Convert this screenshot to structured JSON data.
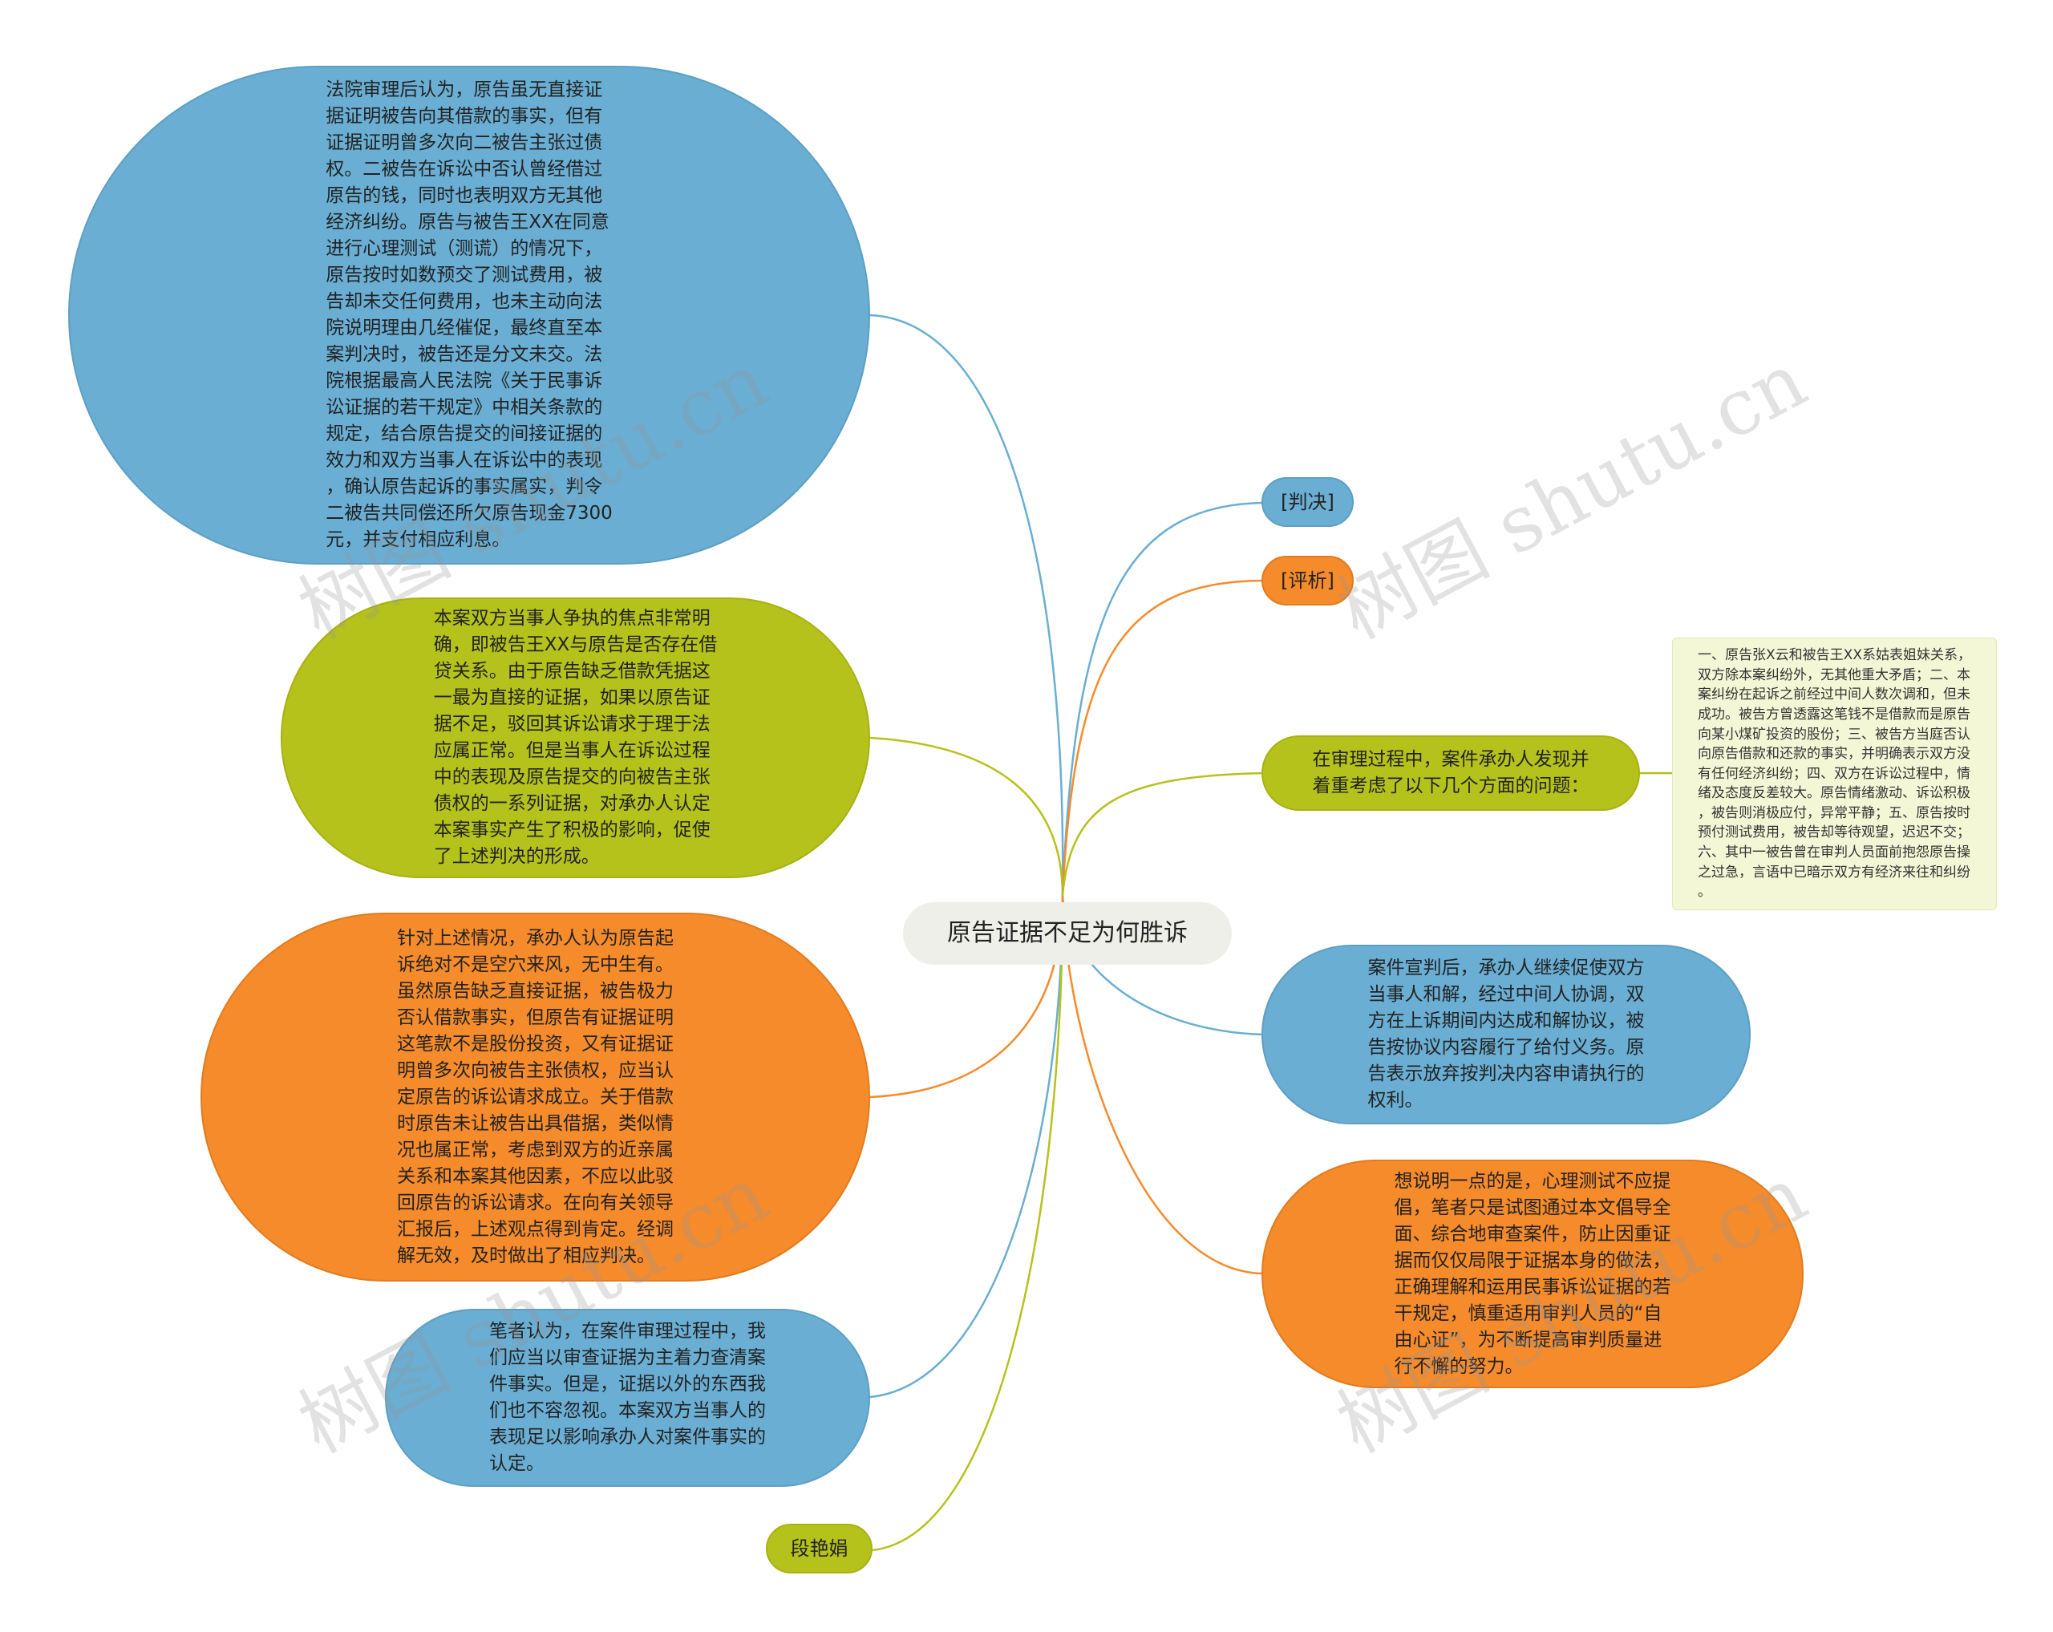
{
  "watermark": "树图 shutu.cn",
  "center": {
    "label": "原告证据不足为何胜诉"
  },
  "nodes": {
    "left1": "法院审理后认为，原告虽无直接证\n据证明被告向其借款的事实，但有\n证据证明曾多次向二被告主张过债\n权。二被告在诉讼中否认曾经借过\n原告的钱，同时也表明双方无其他\n经济纠纷。原告与被告王XX在同意\n进行心理测试（测谎）的情况下，\n原告按时如数预交了测试费用，被\n告却未交任何费用，也未主动向法\n院说明理由几经催促，最终直至本\n案判决时，被告还是分文未交。法\n院根据最高人民法院《关于民事诉\n讼证据的若干规定》中相关条款的\n规定，结合原告提交的间接证据的\n效力和双方当事人在诉讼中的表现\n，确认原告起诉的事实属实，判令\n二被告共同偿还所欠原告现金7300\n元，并支付相应利息。",
    "left2": "本案双方当事人争执的焦点非常明\n确，即被告王XX与原告是否存在借\n贷关系。由于原告缺乏借款凭据这\n一最为直接的证据，如果以原告证\n据不足，驳回其诉讼请求于理于法\n应属正常。但是当事人在诉讼过程\n中的表现及原告提交的向被告主张\n债权的一系列证据，对承办人认定\n本案事实产生了积极的影响，促使\n了上述判决的形成。",
    "left3": "针对上述情况，承办人认为原告起\n诉绝对不是空穴来风，无中生有。\n虽然原告缺乏直接证据，被告极力\n否认借款事实，但原告有证据证明\n这笔款不是股份投资，又有证据证\n明曾多次向被告主张债权，应当认\n定原告的诉讼请求成立。关于借款\n时原告未让被告出具借据，类似情\n况也属正常，考虑到双方的近亲属\n关系和本案其他因素，不应以此驳\n回原告的诉讼请求。在向有关领导\n汇报后，上述观点得到肯定。经调\n解无效，及时做出了相应判决。",
    "left4": "笔者认为，在案件审理过程中，我\n们应当以审查证据为主着力查清案\n件事实。但是，证据以外的东西我\n们也不容忽视。本案双方当事人的\n表现足以影响承办人对案件事实的\n认定。",
    "author": "段艳娟",
    "verdict": "[判决]",
    "analysis": "[评析]",
    "review": "在审理过程中，案件承办人发现并\n着重考虑了以下几个方面的问题：",
    "detail": "一、原告张X云和被告王XX系姑表姐妹关系，\n双方除本案纠纷外，无其他重大矛盾；二、本\n案纠纷在起诉之前经过中间人数次调和，但未\n成功。被告方曾透露这笔钱不是借款而是原告\n向某小煤矿投资的股份；三、被告方当庭否认\n向原告借款和还款的事实，并明确表示双方没\n有任何经济纠纷；四、双方在诉讼过程中，情\n绪及态度反差较大。原告情绪激动、诉讼积极\n，被告则消极应付，异常平静；五、原告按时\n预付测试费用，被告却等待观望，迟迟不交；\n六、其中一被告曾在审判人员面前抱怨原告操\n之过急，言语中已暗示双方有经济来往和纠纷\n。",
    "right1": "案件宣判后，承办人继续促使双方\n当事人和解，经过中间人协调，双\n方在上诉期间内达成和解协议，被\n告按协议内容履行了给付义务。原\n告表示放弃按判决内容申请执行的\n权利。",
    "right2": "想说明一点的是，心理测试不应提\n倡，笔者只是试图通过本文倡导全\n面、综合地审查案件，防止因重证\n据而仅仅局限于证据本身的做法，\n正确理解和运用民事诉讼证据的若\n干规定，慎重适用审判人员的“自\n由心证”，为不断提高审判质量进\n行不懈的努力。"
  },
  "colors": {
    "blue": "#6aaed3",
    "olive": "#b5c21b",
    "orange": "#f58b2b",
    "pale": "#f4f7d6"
  }
}
